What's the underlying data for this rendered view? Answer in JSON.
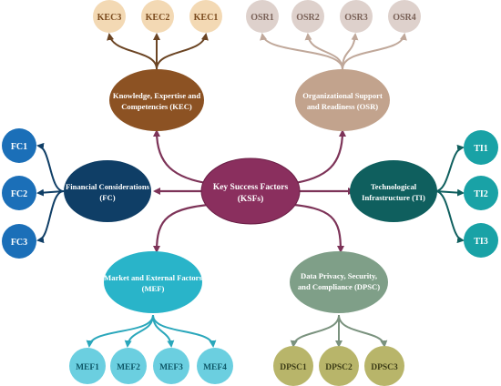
{
  "center": {
    "line1": "Key Success Factors",
    "line2": "(KSFs)",
    "fill": "#8a2f5e",
    "stroke": "#7a2452"
  },
  "categories": {
    "kec": {
      "line1": "Knowledge, Expertise and",
      "line2": "Competencies (KEC)",
      "fill": "#8c5223",
      "children": [
        "KEC3",
        "KEC2",
        "KEC1"
      ],
      "child_fill": "#f3d9b4",
      "child_text": "#7a4a1d",
      "link_color": "#6b4423"
    },
    "osr": {
      "line1": "Organizational Support",
      "line2": "and Readiness (OSR)",
      "fill": "#c2a38d",
      "children": [
        "OSR1",
        "OSR2",
        "OSR3",
        "OSR4"
      ],
      "child_fill": "#ded1cc",
      "child_text": "#7a6258",
      "link_color": "#c0a89a"
    },
    "fc": {
      "line1": "Financial Considerations",
      "line2": "(FC)",
      "fill": "#0f3e66",
      "children": [
        "FC1",
        "FC2",
        "FC3"
      ],
      "child_fill": "#1b6fb8",
      "child_text": "#ffffff",
      "link_color": "#0f3e66"
    },
    "ti": {
      "line1": "Technological",
      "line2": "Infrastructure (TI)",
      "fill": "#0f5f5e",
      "children": [
        "TI1",
        "TI2",
        "TI3"
      ],
      "child_fill": "#19a2a6",
      "child_text": "#ffffff",
      "link_color": "#0f5f5e"
    },
    "mef": {
      "line1": "Market and External Factors",
      "line2": "(MEF)",
      "fill": "#29b4c9",
      "children": [
        "MEF1",
        "MEF2",
        "MEF3",
        "MEF4"
      ],
      "child_fill": "#6bcfe0",
      "child_text": "#0e5868",
      "link_color": "#2aa7bb"
    },
    "dpsc": {
      "line1": "Data Privacy, Security,",
      "line2": "and Compliance (DPSC)",
      "fill": "#7f9f88",
      "children": [
        "DPSC1",
        "DPSC2",
        "DPSC3"
      ],
      "child_fill": "#b8b56a",
      "child_text": "#3d3d17",
      "link_color": "#7a927e"
    }
  },
  "center_link_color": "#7d3358"
}
